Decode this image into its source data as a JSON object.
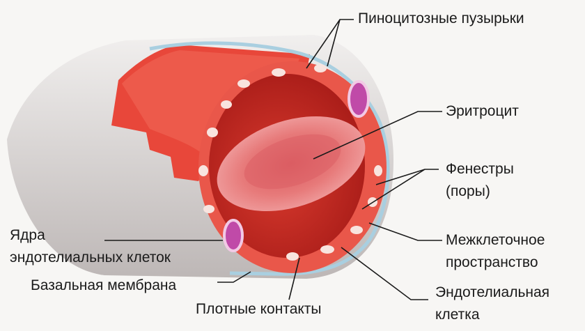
{
  "labels": {
    "pinocytotic_vesicles": "Пиноцитозные пузырьки",
    "erythrocyte": "Эритроцит",
    "fenestrae_line1": "Фенестры",
    "fenestrae_line2": "(поры)",
    "intercellular_space_line1": "Межклеточное",
    "intercellular_space_line2": "пространство",
    "endothelial_cell_line1": "Эндотелиальная",
    "endothelial_cell_line2": "клетка",
    "tight_junctions": "Плотные контакты",
    "basement_membrane": "Базальная мембрана",
    "endothelial_nuclei_line1": "Ядра",
    "endothelial_nuclei_line2": "эндотелиальных клеток"
  },
  "colors": {
    "tube_outer": "#dcd8d6",
    "tube_wall": "#e33b2e",
    "tube_wall_light": "#f07a6a",
    "lumen": "#c8231d",
    "erythrocyte": "#e67a78",
    "erythrocyte_center": "#d95c60",
    "basement_membrane": "#a9cfe0",
    "nucleus": "#c04aa8",
    "leader_line": "#1a1a1a"
  }
}
